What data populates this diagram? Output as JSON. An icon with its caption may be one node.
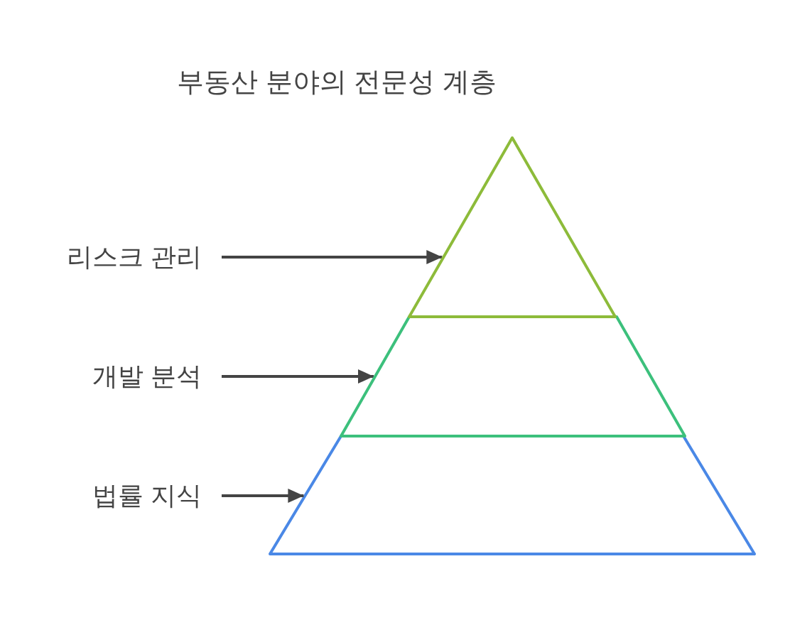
{
  "diagram": {
    "title": "부동산 분야의 전문성 계층",
    "nodes": [
      {
        "text": [
          "리스크 관리"
        ]
      },
      {
        "text": [],
        "shape": "triangle"
      },
      {
        "text": [
          "개발 분석"
        ]
      },
      {
        "text": [],
        "shape": "trapezoid"
      },
      {
        "text": [
          "법률 지식"
        ]
      },
      {
        "text": [],
        "shape": "trapezoid"
      }
    ],
    "edges": [
      {
        "from": 0,
        "to": 1,
        "arrow": "to"
      },
      {
        "from": 2,
        "to": 3,
        "arrow": "to"
      },
      {
        "from": 4,
        "to": 5,
        "arrow": "to"
      }
    ]
  }
}
